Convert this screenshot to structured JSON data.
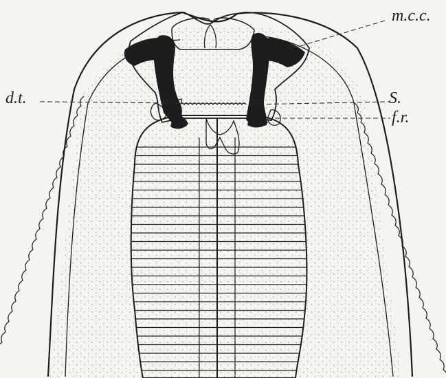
{
  "labels": {
    "mcc": "m.c.c.",
    "dt": "d.t.",
    "s": "S.",
    "fr": "f.r."
  },
  "colors": {
    "paper": "#f4f4f1",
    "ink": "#1d1d1d",
    "stipple": "#8c8c8c"
  }
}
